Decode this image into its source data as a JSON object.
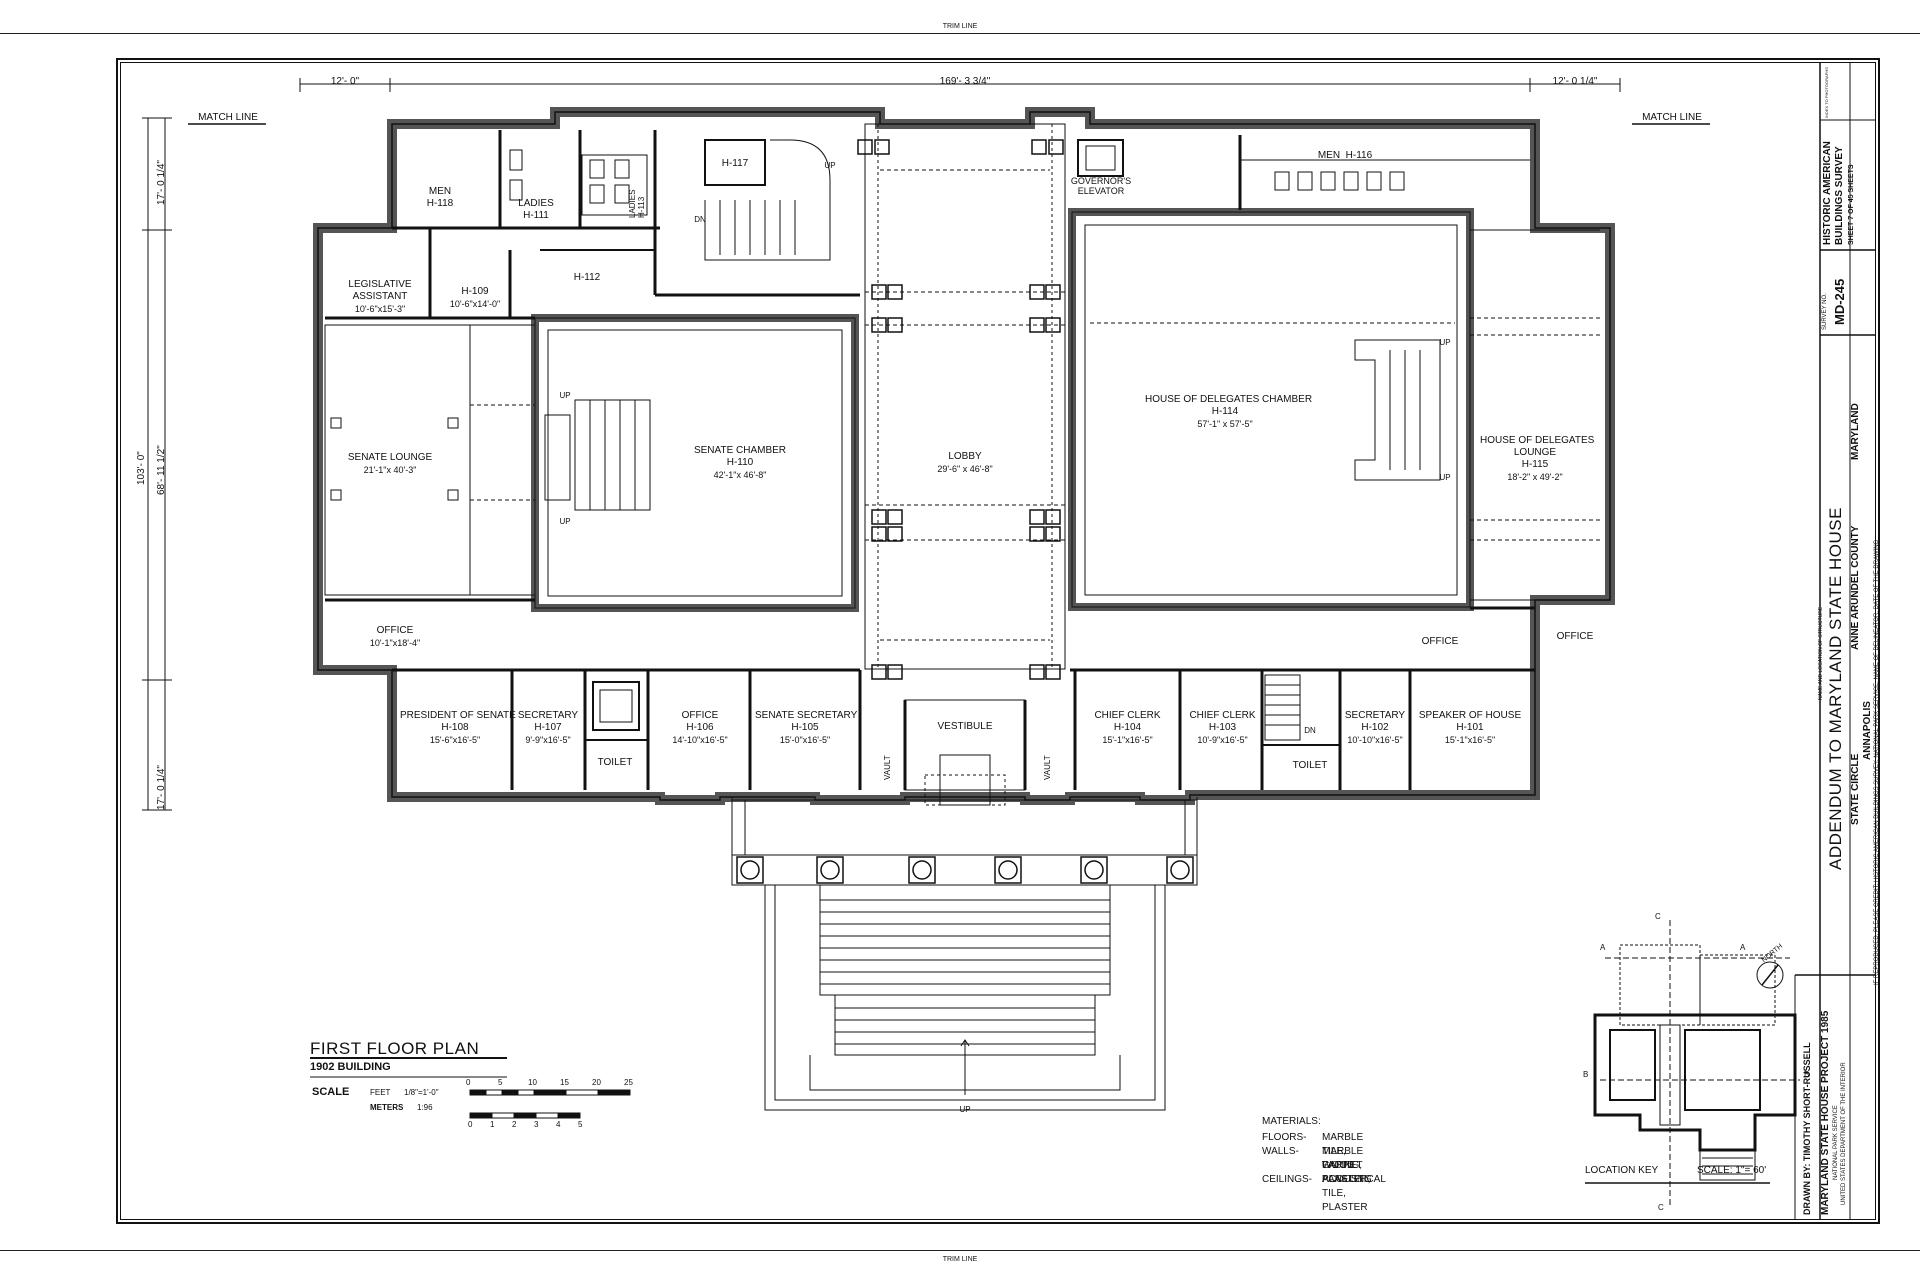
{
  "trim_line_top": "TRIM LINE",
  "trim_line_bottom": "TRIM LINE",
  "dimensions": {
    "top_left": "12'- 0\"",
    "top_center": "169'- 3 3/4\"",
    "top_right": "12'- 0 1/4\"",
    "left_top": "17'- 0 1/4\"",
    "left_total": "103'- 0\"",
    "left_mid": "68'- 11 1/2\"",
    "left_bottom": "17'- 0 1/4\""
  },
  "match_line_left": "MATCH LINE",
  "match_line_right": "MATCH LINE",
  "rooms": {
    "men_h118": {
      "name": "MEN",
      "num": "H-118"
    },
    "ladies_h111": {
      "name": "LADIES",
      "num": "H-111"
    },
    "ladies_h113": {
      "name": "LADIES",
      "num": "H-113"
    },
    "h117": {
      "num": "H-117"
    },
    "governors_elevator": {
      "name": "GOVERNOR'S",
      "name2": "ELEVATOR"
    },
    "men_h116": {
      "name": "MEN",
      "num": "H-116"
    },
    "legislative_assistant": {
      "name": "LEGISLATIVE",
      "name2": "ASSISTANT",
      "dim": "10'-6\"x15'-3\""
    },
    "h109": {
      "num": "H-109",
      "dim": "10'-6\"x14'-0\""
    },
    "h112": {
      "num": "H-112"
    },
    "senate_lounge": {
      "name": "SENATE LOUNGE",
      "dim": "21'-1\"x 40'-3\""
    },
    "senate_chamber": {
      "name": "SENATE CHAMBER",
      "num": "H-110",
      "dim": "42'-1\"x 46'-8\""
    },
    "lobby": {
      "name": "LOBBY",
      "dim": "29'-6\" x 46'-8\""
    },
    "house_chamber": {
      "name": "HOUSE OF DELEGATES CHAMBER",
      "num": "H-114",
      "dim": "57'-1\" x 57'-5\""
    },
    "house_lounge": {
      "name": "HOUSE OF DELEGATES",
      "name2": "LOUNGE",
      "num": "H-115",
      "dim": "18'-2\" x 49'-2\""
    },
    "office_left": {
      "name": "OFFICE",
      "dim": "10'-1\"x18'-4\""
    },
    "office_right1": {
      "name": "OFFICE"
    },
    "office_right2": {
      "name": "OFFICE"
    },
    "president": {
      "name": "PRESIDENT OF SENATE",
      "num": "H-108",
      "dim": "15'-6\"x16'-5\""
    },
    "secretary_h107": {
      "name": "SECRETARY",
      "num": "H-107",
      "dim": "9'-9\"x16'-5\""
    },
    "toilet_left": {
      "name": "TOILET"
    },
    "office_h106": {
      "name": "OFFICE",
      "num": "H-106",
      "dim": "14'-10\"x16'-5\""
    },
    "senate_secretary": {
      "name": "SENATE SECRETARY",
      "num": "H-105",
      "dim": "15'-0\"x16'-5\""
    },
    "vault_left": {
      "name": "VAULT"
    },
    "vestibule": {
      "name": "VESTIBULE"
    },
    "vault_right": {
      "name": "VAULT"
    },
    "chief_clerk_h104": {
      "name": "CHIEF CLERK",
      "num": "H-104",
      "dim": "15'-1\"x16'-5\""
    },
    "chief_clerk_h103": {
      "name": "CHIEF CLERK",
      "num": "H-103",
      "dim": "10'-9\"x16'-5\""
    },
    "toilet_right": {
      "name": "TOILET"
    },
    "secretary_h102": {
      "name": "SECRETARY",
      "num": "H-102",
      "dim": "10'-10\"x16'-5\""
    },
    "speaker": {
      "name": "SPEAKER OF HOUSE",
      "num": "H-101",
      "dim": "15'-1\"x16'-5\""
    }
  },
  "stair_labels": {
    "up": "UP",
    "dn": "DN"
  },
  "plan_title": "FIRST FLOOR PLAN",
  "plan_subtitle": "1902 BUILDING",
  "scale": {
    "label": "SCALE",
    "feet_label": "FEET",
    "feet_ratio": "1/8\"=1'-0\"",
    "feet_ticks": [
      "0",
      "5",
      "10",
      "15",
      "20",
      "25"
    ],
    "meters_label": "METERS",
    "meters_ratio": "1:96",
    "meters_ticks": [
      "0",
      "1",
      "2",
      "3",
      "4",
      "5"
    ]
  },
  "materials": {
    "heading": "MATERIALS:",
    "floors_label": "FLOORS-",
    "floors": "MARBLE TILE, CARPET",
    "walls_label": "WALLS-",
    "walls": "MARBLE FACING, PLASTER,",
    "walls2": "WOOD PANELING",
    "ceilings_label": "CEILINGS-",
    "ceilings": "ACOUSTICAL TILE, PLASTER"
  },
  "location_key": {
    "label": "LOCATION KEY",
    "scale": "SCALE: 1\"= 60'",
    "north": "NORTH",
    "section_a": "A",
    "section_b": "B",
    "section_c": "C"
  },
  "title_block": {
    "drawn_by": "DRAWN BY: TIMOTHY SHORT-RUSSELL",
    "project": "MARYLAND STATE HOUSE PROJECT 1985",
    "agency1": "NATIONAL PARK SERVICE",
    "agency2": "UNITED STATES DEPARTMENT OF THE INTERIOR",
    "name_loc": "NAME AND LOCATION OF STRUCTURE",
    "title_line1": "ADDENDUM TO MARYLAND STATE HOUSE",
    "title_line2a": "STATE CIRCLE",
    "title_line2b": "ANNE ARUNDEL COUNTY",
    "title_line3": "ANNAPOLIS",
    "state": "MARYLAND",
    "credit": "IF REPRODUCED, PLEASE CREDIT: HISTORIC AMERICAN BUILDINGS SURVEY, NATIONAL PARK SERVICE, NAME OF DELINEATOR, DATE OF THE DRAWING",
    "survey_no_label": "SURVEY NO.",
    "survey_no": "MD-245",
    "habs1": "HISTORIC AMERICAN",
    "habs2": "BUILDINGS SURVEY",
    "sheet": "SHEET 7 OF 45 SHEETS",
    "index_no": "INDEX TO PHOTOGRAPHS"
  }
}
